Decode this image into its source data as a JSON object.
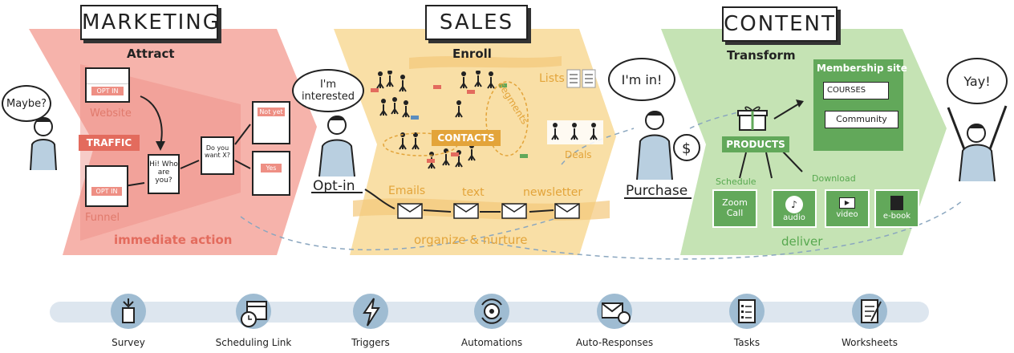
{
  "sections": {
    "marketing": {
      "title": "MARKETING",
      "subtitle": "Attract",
      "website": "Website",
      "funnel": "Funnel",
      "traffic": "TRAFFIC",
      "opt_in_1": "OPT IN",
      "opt_in_2": "OPT IN",
      "hi_card": "Hi! Who are you?",
      "question_card": "Do you want X?",
      "not_yet": "Not yet",
      "yes": "Yes",
      "footer": "immediate action",
      "maybe": "Maybe?"
    },
    "sales": {
      "title": "SALES",
      "subtitle": "Enroll",
      "interested": "I'm interested",
      "opt_in": "Opt-in",
      "lists": "Lists",
      "segments": "segments",
      "contacts": "CONTACTS",
      "deals": "Deals",
      "emails": "Emails",
      "text": "text",
      "newsletter": "newsletter",
      "footer": "organize & nurture"
    },
    "content": {
      "title": "CONTENT",
      "subtitle": "Transform",
      "im_in": "I'm in!",
      "purchase": "Purchase",
      "membership": "Membership site",
      "courses": "COURSES",
      "community": "Community",
      "products": "PRODUCTS",
      "schedule": "Schedule",
      "download": "Download",
      "zoom_call": "Zoom Call",
      "audio": "audio",
      "video": "video",
      "ebook": "e-book",
      "footer": "deliver",
      "yay": "Yay!"
    }
  },
  "tools": [
    {
      "label": "Survey",
      "icon": "survey-icon"
    },
    {
      "label": "Scheduling Link",
      "icon": "calendar-clock-icon"
    },
    {
      "label": "Triggers",
      "icon": "lightning-icon"
    },
    {
      "label": "Automations",
      "icon": "gear-cycle-icon"
    },
    {
      "label": "Auto-Responses",
      "icon": "envelope-gear-icon"
    },
    {
      "label": "Tasks",
      "icon": "checklist-icon"
    },
    {
      "label": "Worksheets",
      "icon": "worksheet-icon"
    }
  ],
  "colors": {
    "marketing": "#f6b3ab",
    "marketing_dark": "#ee8f84",
    "sales": "#f9dfa6",
    "sales_accent": "#e3a43a",
    "content": "#c5e3b4",
    "content_accent": "#62a85a",
    "tools_band": "#dde6ef",
    "tool_circle": "#9fbcd2"
  }
}
